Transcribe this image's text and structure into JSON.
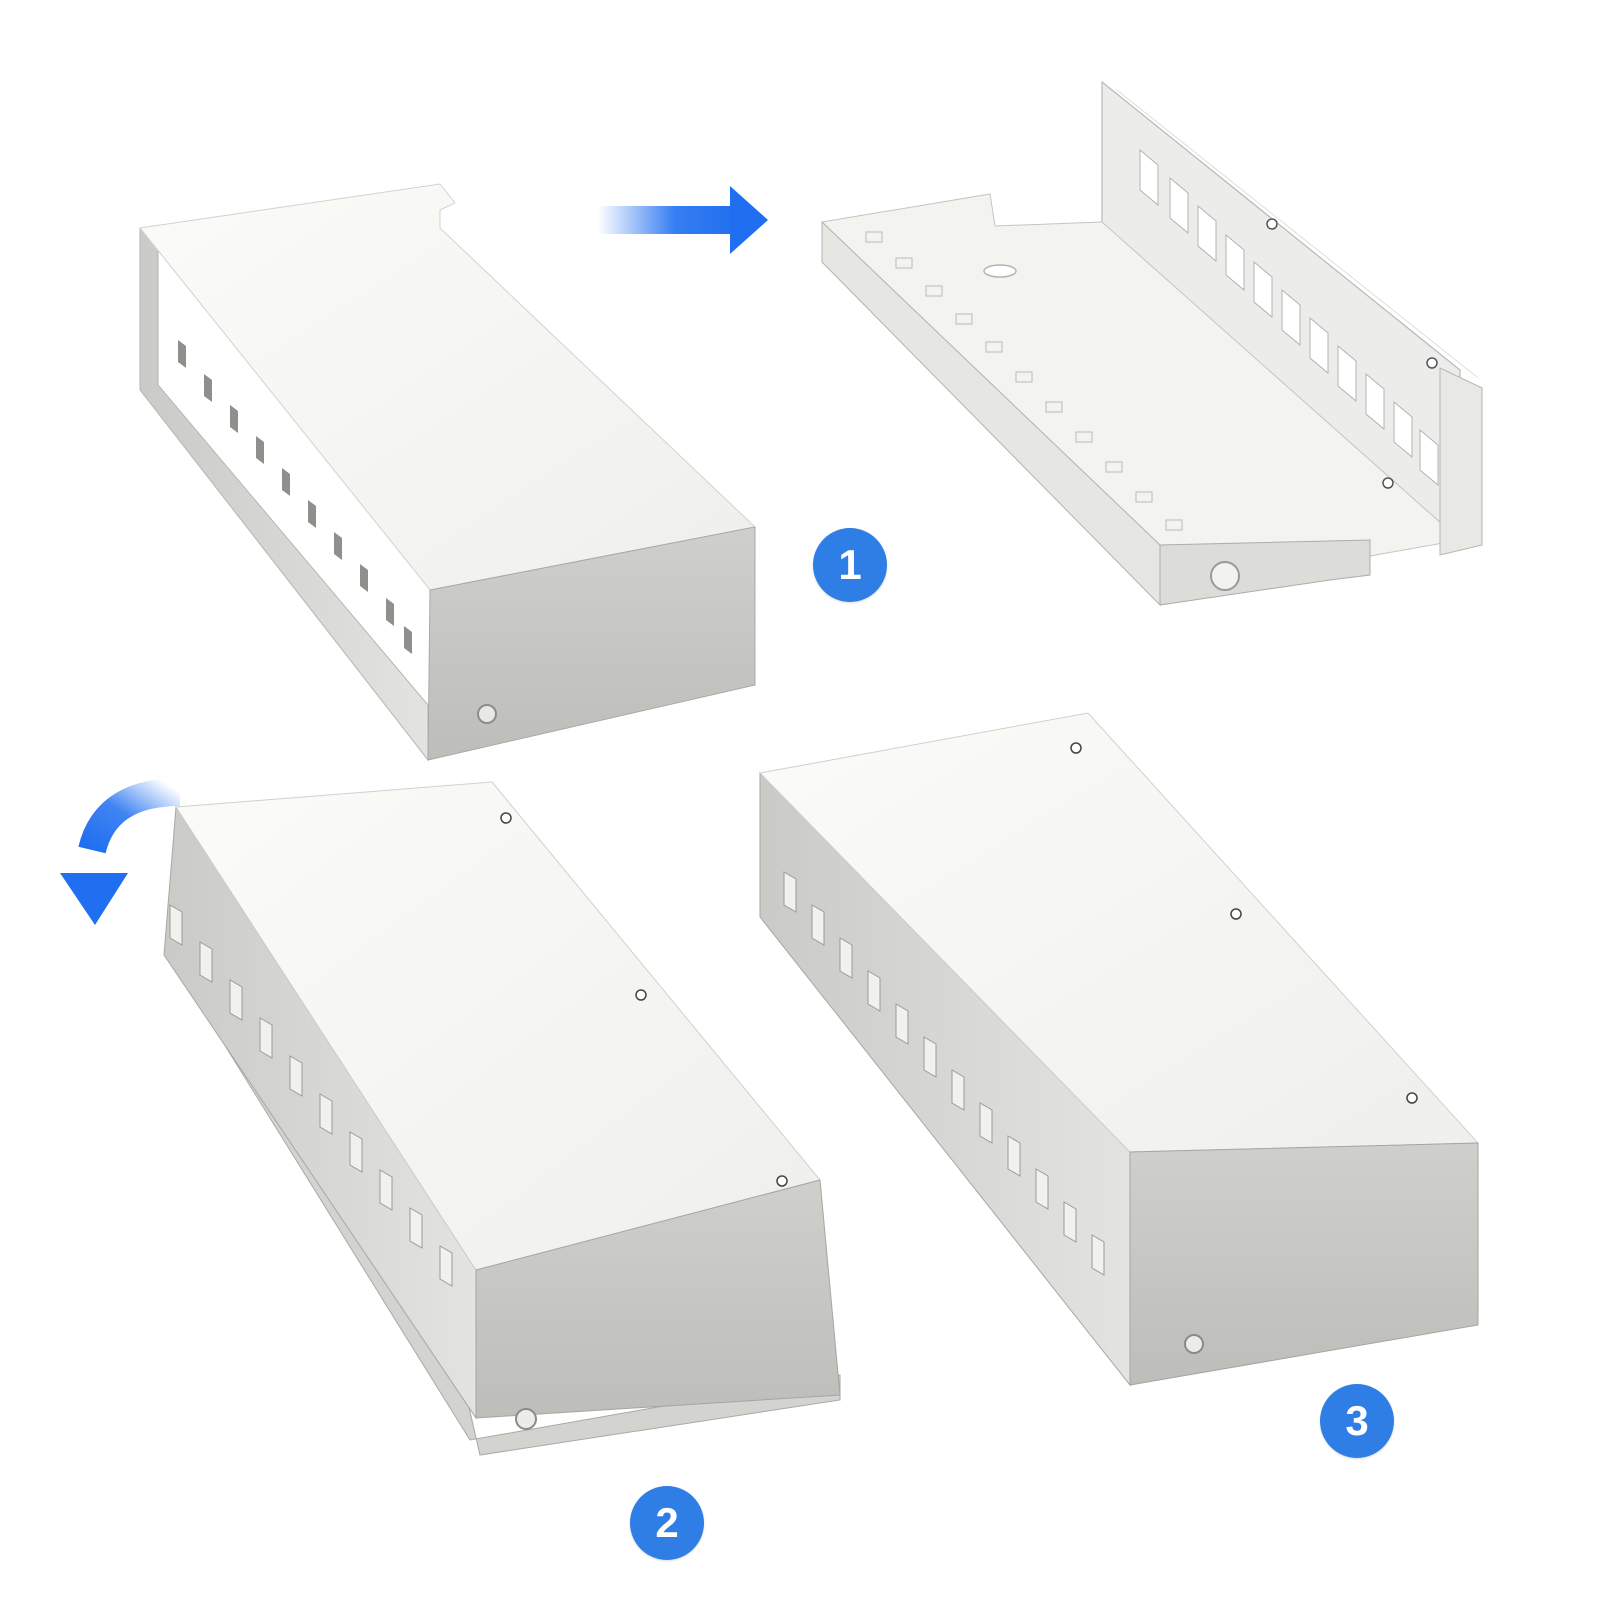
{
  "steps": [
    {
      "number": "1",
      "icon": "numbered-circle-badge"
    },
    {
      "number": "2",
      "icon": "numbered-circle-badge"
    },
    {
      "number": "3",
      "icon": "numbered-circle-badge"
    }
  ],
  "arrows": {
    "step1_direction": "arrow-right-icon",
    "step2_direction": "curved-arrow-down-left-icon"
  },
  "colors": {
    "badge": "#2f7ee6",
    "arrow": "#1f6ff0",
    "panel_top": "#f5f5f2",
    "panel_side": "#d8d8d4",
    "panel_shade": "#b9b9b5",
    "background": "#ffffff"
  }
}
